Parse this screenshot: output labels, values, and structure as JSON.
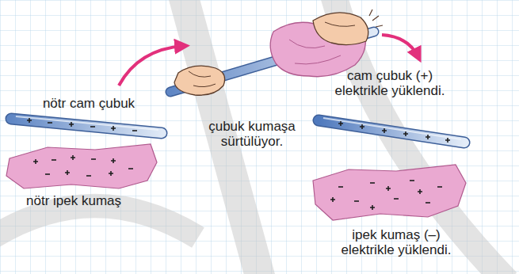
{
  "diagram": {
    "labels": [
      "nötr cam çubuk",
      "çubuk kumaşa sürtülüyor.",
      "cam çubuk (+) elektrikle yüklendi.",
      "nötr ipek kumaş",
      "ipek kumaş (–) elektrikle yüklendi."
    ]
  }
}
